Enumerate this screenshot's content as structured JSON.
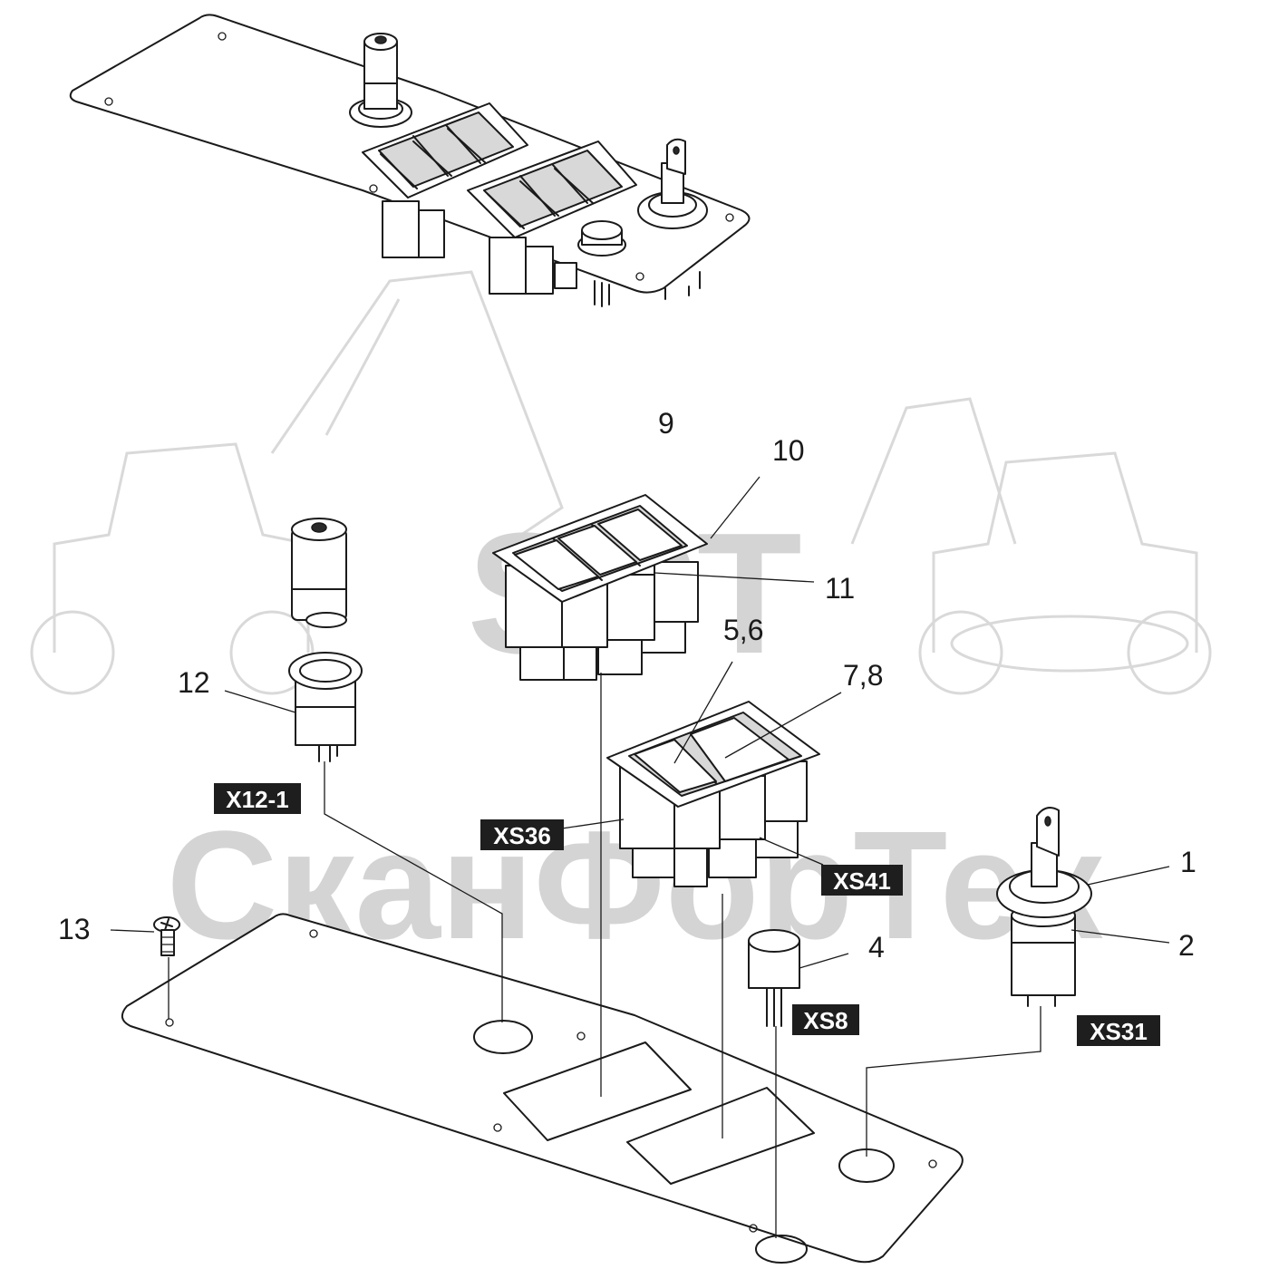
{
  "watermark": {
    "brand": "SPT",
    "company": "СканФорТек"
  },
  "callouts": {
    "c1": "1",
    "c2": "2",
    "c4": "4",
    "c56": "5,6",
    "c78": "7,8",
    "c9": "9",
    "c10": "10",
    "c11": "11",
    "c12": "12",
    "c13": "13"
  },
  "connectors": {
    "x12_1": "X12-1",
    "xs36": "XS36",
    "xs41": "XS41",
    "xs8": "XS8",
    "xs31": "XS31"
  },
  "colors": {
    "line": "#1a1a1a",
    "tag_bg": "#1e1e1e",
    "tag_text": "#ffffff",
    "watermark": "#d4d4d4"
  }
}
